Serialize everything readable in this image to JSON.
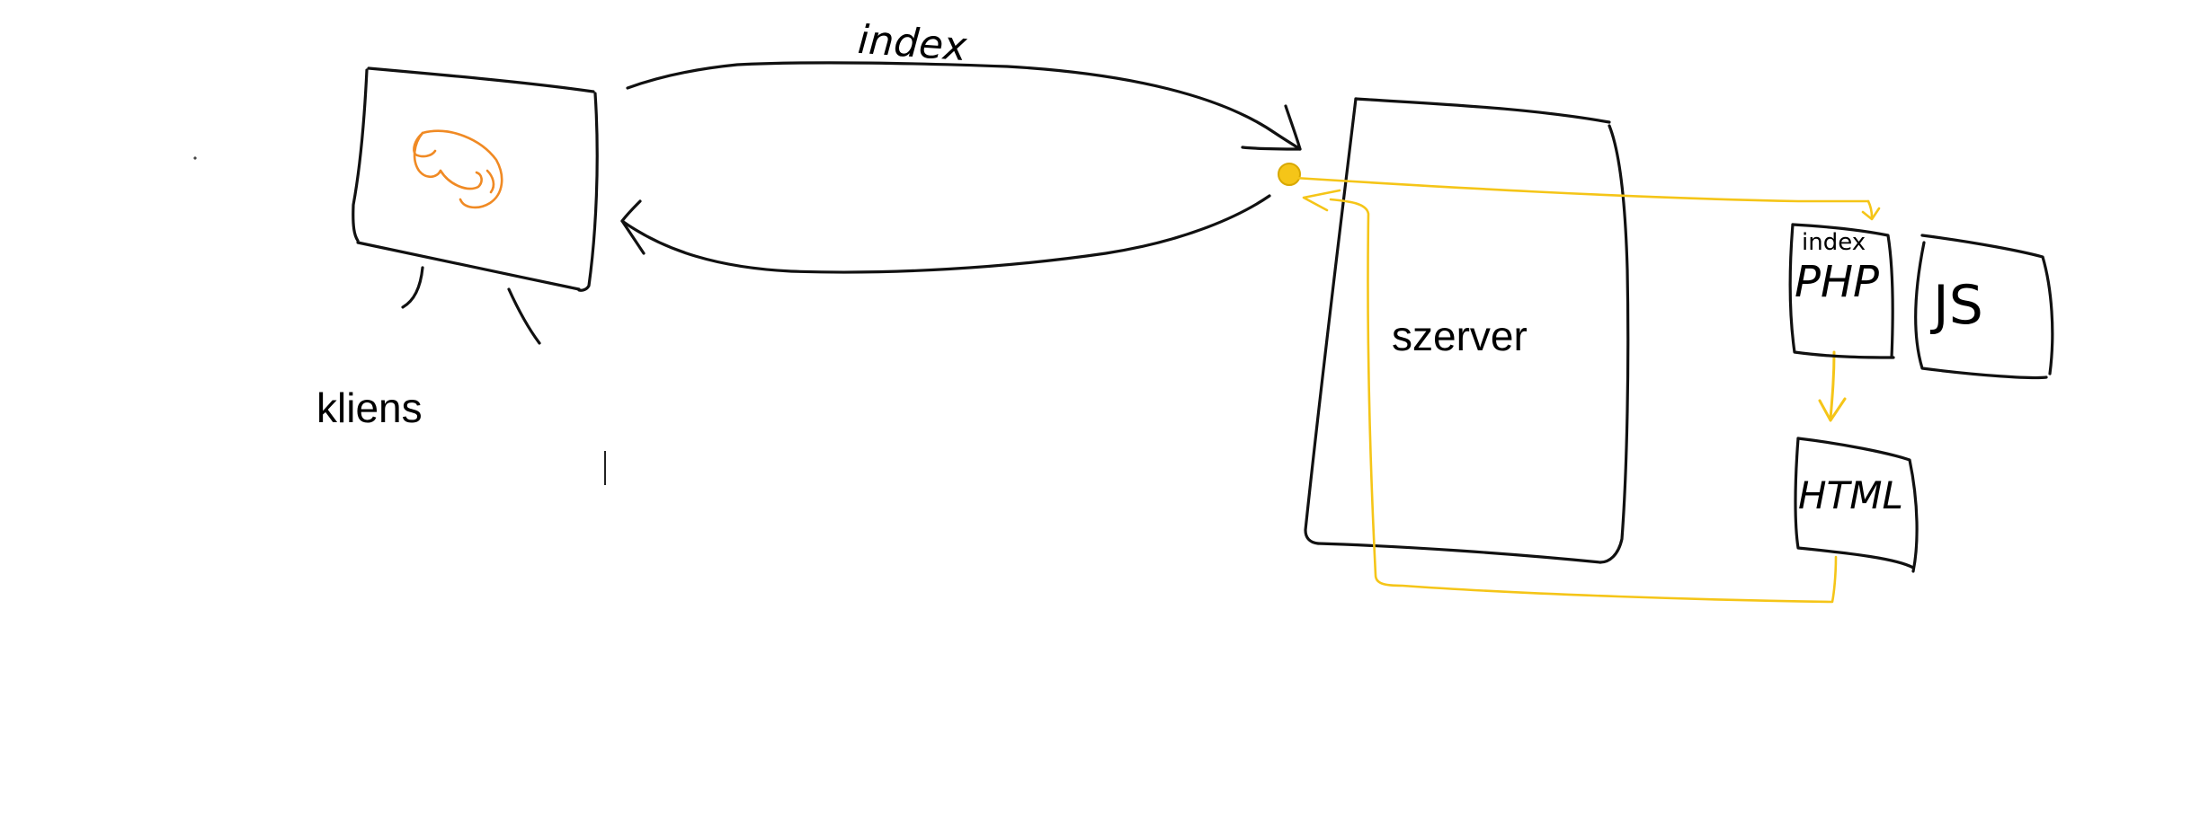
{
  "diagram": {
    "nodes": {
      "client": {
        "label": "kliens"
      },
      "server": {
        "label": "szerver"
      },
      "php_box": {
        "label": "PHP",
        "tag": "index"
      },
      "js_box": {
        "label": "JS"
      },
      "html_box": {
        "label": "HTML"
      }
    },
    "edges": {
      "request": {
        "label": "index"
      }
    },
    "colors": {
      "ink": "#111111",
      "server_flow": "#f5c518",
      "browser_icon": "#f08a24"
    },
    "icons": {
      "browser": "firefox-logo-sketch",
      "monitor": "monitor-sketch"
    }
  }
}
